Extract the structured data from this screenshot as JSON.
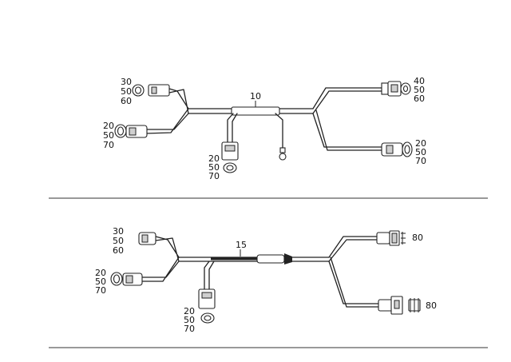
{
  "diagrams": [
    {
      "part_number": "10",
      "callouts": {
        "top_left": [
          "30",
          "50",
          "60"
        ],
        "mid_left": [
          "20",
          "50",
          "70"
        ],
        "bottom_center": [
          "20",
          "50",
          "70"
        ],
        "top_right": [
          "40",
          "50",
          "60"
        ],
        "bottom_right": [
          "20",
          "50",
          "70"
        ]
      }
    },
    {
      "part_number": "15",
      "callouts": {
        "top_left": [
          "30",
          "50",
          "60"
        ],
        "mid_left": [
          "20",
          "50",
          "70"
        ],
        "bottom_center": [
          "20",
          "50",
          "70"
        ],
        "top_right": [
          "80"
        ],
        "bottom_right": [
          "80"
        ]
      }
    }
  ]
}
